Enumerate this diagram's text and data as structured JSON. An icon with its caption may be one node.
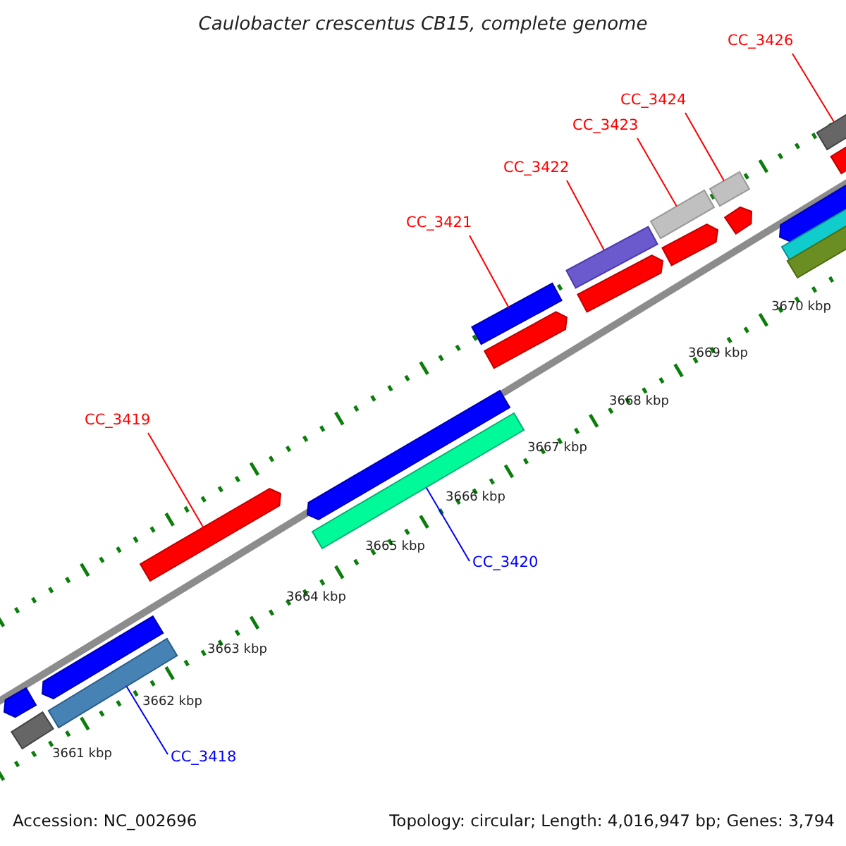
{
  "diagram": {
    "title": "Caulobacter crescentus CB15, complete genome",
    "nodes": [
      {
        "text": [
          "CC_3426"
        ]
      },
      {
        "text": [
          "CC_3424"
        ]
      },
      {
        "text": [
          "CC_3423"
        ]
      },
      {
        "text": [
          "CC_3422"
        ]
      },
      {
        "text": [
          "CC_3421"
        ]
      },
      {
        "text": [
          "CC_3419"
        ]
      },
      {
        "text": [
          "CC_3420"
        ]
      },
      {
        "text": [
          "CC_3418"
        ]
      },
      {
        "text": [],
        "shape": "bar"
      },
      {
        "text": [],
        "shape": "bar"
      },
      {
        "text": [],
        "shape": "bar"
      },
      {
        "text": [],
        "shape": "bar"
      },
      {
        "text": [],
        "shape": "bar"
      },
      {
        "text": [],
        "shape": "bar"
      },
      {
        "text": [],
        "shape": "bar"
      },
      {
        "text": [],
        "shape": "bar"
      },
      {
        "text": [],
        "shape": "bar"
      },
      {
        "text": [],
        "shape": "bar"
      },
      {
        "text": [],
        "shape": "bar"
      },
      {
        "text": [],
        "shape": "bar"
      },
      {
        "text": [],
        "shape": "bar"
      },
      {
        "text": [],
        "shape": "bar"
      },
      {
        "text": [],
        "shape": "bar"
      },
      {
        "text": [],
        "shape": "bar"
      },
      {
        "text": [],
        "shape": "bar"
      },
      {
        "text": [],
        "shape": "bar"
      },
      {
        "text": [],
        "shape": "bar"
      },
      {
        "text": [],
        "shape": "bar"
      }
    ],
    "edges": [
      {
        "from": 0,
        "to": 8,
        "arrow": "none"
      },
      {
        "from": 1,
        "to": 9,
        "arrow": "none"
      },
      {
        "from": 2,
        "to": 10,
        "arrow": "none"
      },
      {
        "from": 3,
        "to": 11,
        "arrow": "none"
      },
      {
        "from": 4,
        "to": 12,
        "arrow": "none"
      },
      {
        "from": 5,
        "to": 13,
        "arrow": "none"
      },
      {
        "from": 6,
        "to": 14,
        "arrow": "none",
        "color": "#0000ff"
      },
      {
        "from": 7,
        "to": 15,
        "arrow": "none",
        "color": "#0000ff"
      }
    ],
    "labels": [
      "3670 kbp",
      "3669 kbp",
      "3668 kbp",
      "3667 kbp",
      "3666 kbp",
      "3665 kbp",
      "3664 kbp",
      "3663 kbp",
      "3662 kbp",
      "3661 kbp",
      "Accession: NC_002696",
      "Topology: circular; Length: 4,016,947 bp; Genes: 3,794"
    ]
  }
}
